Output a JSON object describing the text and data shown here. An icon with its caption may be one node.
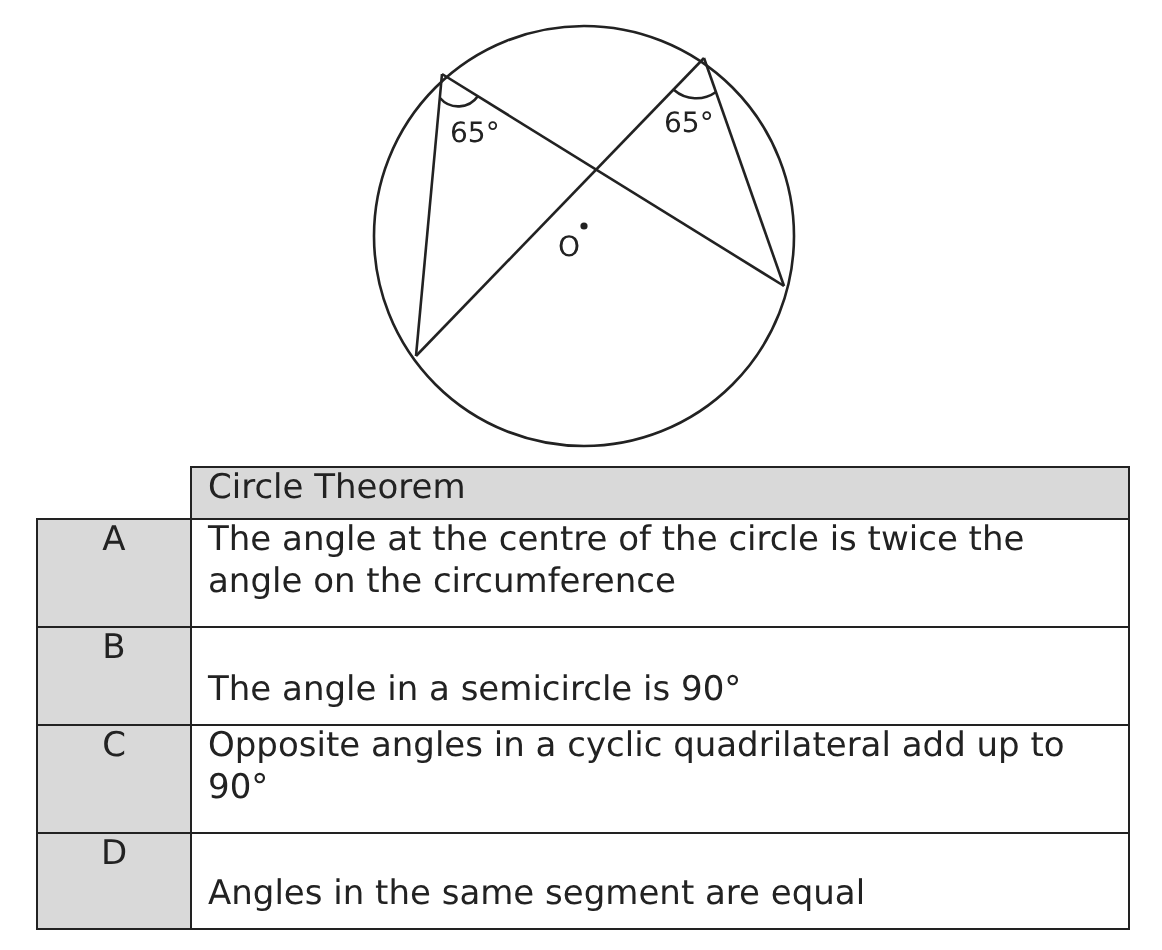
{
  "diagram": {
    "labels": [
      "65°",
      "65°",
      "O",
      "Circle Theorem",
      "A",
      "The angle at the centre of the circle is twice the angle on the circumference",
      "B",
      "The angle in a semicircle is 90°",
      "C",
      "Opposite angles in a cyclic quadrilateral add up to 90°",
      "D",
      "Angles in the same segment are equal"
    ]
  }
}
